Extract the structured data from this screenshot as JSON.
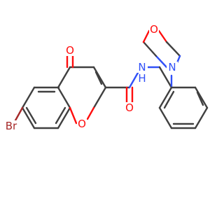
{
  "colors": {
    "background": "#ffffff",
    "bond": "#404040",
    "oxygen": "#ff0d0d",
    "nitrogen": "#3050f8",
    "bromine": "#a62929"
  },
  "atoms": {
    "ketone_o": "O",
    "ring_o": "O",
    "amide_o": "O",
    "morpholine_o": "O",
    "amide_n": "N",
    "morpholine_n": "N",
    "amide_h": "H",
    "bromine": "Br"
  }
}
